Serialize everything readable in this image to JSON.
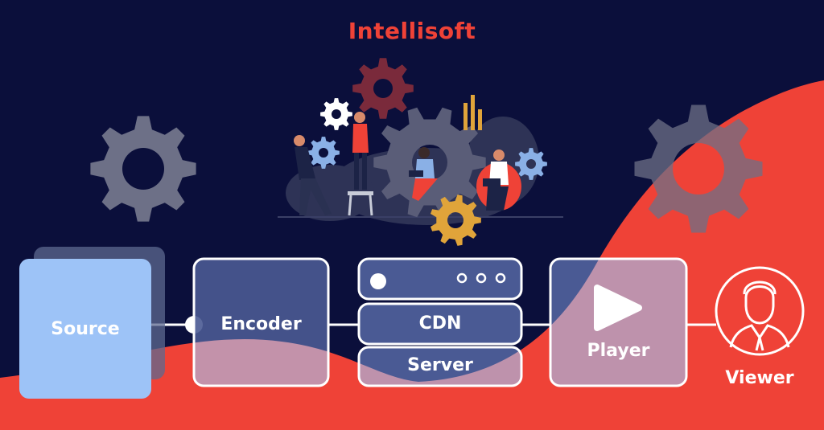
{
  "brand": {
    "name": "Intellisoft"
  },
  "pipeline": {
    "source": "Source",
    "encoder": "Encoder",
    "cdn": "CDN",
    "server": "Server",
    "player": "Player",
    "viewer": "Viewer"
  },
  "colors": {
    "background": "#0b0f3b",
    "accent": "#ef4237",
    "source_box": "#9dc3f7",
    "box_fill": "#4a5a94",
    "gear_gray": "#6d7087",
    "gear_maroon": "#7a2a3b",
    "gear_orange": "#e0a43a",
    "gear_blue": "#8ab0e6"
  },
  "icons": [
    "gear-icon",
    "play-icon",
    "user-icon",
    "bar-chart-icon"
  ]
}
